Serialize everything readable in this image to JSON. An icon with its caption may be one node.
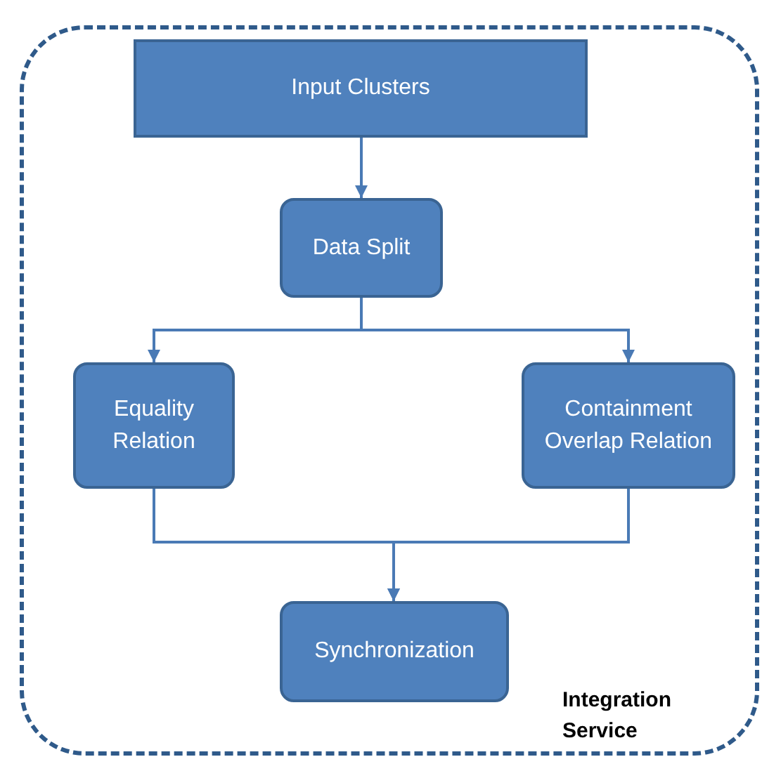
{
  "diagram": {
    "nodes": [
      {
        "text": [
          "Integration Service"
        ]
      },
      {
        "text": [
          "Input Clusters"
        ],
        "in": 0
      },
      {
        "text": [
          "Data Split"
        ],
        "in": 0
      },
      {
        "text": [
          "Equality Relation"
        ],
        "in": 0
      },
      {
        "text": [
          "Containment Overlap Relation"
        ],
        "in": 0
      },
      {
        "text": [
          "Synchronization"
        ],
        "in": 0
      }
    ],
    "edges": [
      {
        "from": 1,
        "to": 2,
        "arrow": "to"
      },
      {
        "from": 2,
        "to": 3,
        "arrow": "to"
      },
      {
        "from": 2,
        "to": 4,
        "arrow": "to"
      },
      {
        "from": 3,
        "to": 5,
        "arrow": "to"
      },
      {
        "from": 4,
        "to": 5,
        "arrow": "to"
      }
    ]
  }
}
